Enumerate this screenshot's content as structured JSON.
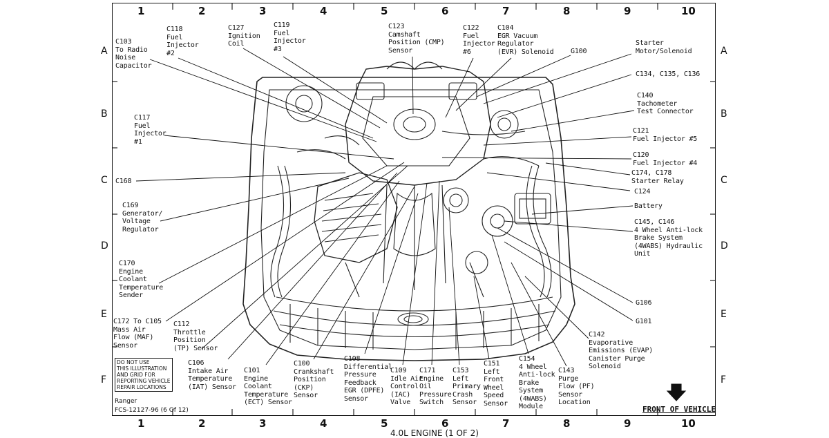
{
  "columns": [
    "1",
    "2",
    "3",
    "4",
    "5",
    "6",
    "7",
    "8",
    "9",
    "10"
  ],
  "rows": [
    "A",
    "B",
    "C",
    "D",
    "E",
    "F"
  ],
  "labels": {
    "c103": "C103\nTo Radio\nNoise\nCapacitor",
    "c118": "C118\nFuel\nInjector\n#2",
    "c127": "C127\nIgnition\nCoil",
    "c119": "C119\nFuel\nInjector\n#3",
    "c123": "C123\nCamshaft\nPosition (CMP)\nSensor",
    "c122": "C122\nFuel\nInjector\n#6",
    "c104": "C104\nEGR Vacuum\nRegulator\n(EVR) Solenoid",
    "g100": "G100",
    "starter": "Starter\nMotor/Solenoid",
    "c134": "C134, C135, C136",
    "c140": "C140\nTachometer\nTest Connector",
    "c117": "C117\nFuel\nInjector\n#1",
    "c121": "C121\nFuel Injector #5",
    "c120": "C120\nFuel Injector #4",
    "c174": "C174, C178\nStarter Relay",
    "c168": "C168",
    "c124": "C124",
    "c169": "C169\nGenerator/\nVoltage\nRegulator",
    "battery": "Battery",
    "c145": "C145, C146\n4 Wheel Anti-lock\nBrake System\n(4WABS) Hydraulic\nUnit",
    "c170": "C170\nEngine\nCoolant\nTemperature\nSender",
    "g106": "G106",
    "g101": "G101",
    "c172": "C172 To C105\nMass Air\nFlow (MAF)\nSensor",
    "c112": "C112\nThrottle\nPosition\n(TP) Sensor",
    "c106": "C106\nIntake Air\nTemperature\n(IAT) Sensor",
    "c101": "C101\nEngine\nCoolant\nTemperature\n(ECT) Sensor",
    "c100": "C100\nCrankshaft\nPosition\n(CKP)\nSensor",
    "c108": "C108\nDifferential\nPressure\nFeedback\nEGR (DPFE)\nSensor",
    "c109": "C109\nIdle Air\nControl\n(IAC)\nValve",
    "c171": "C171\nEngine\nOil\nPressure\nSwitch",
    "c153": "C153\nLeft\nPrimary\nCrash\nSensor",
    "c151": "C151\nLeft\nFront\nWheel\nSpeed\nSensor",
    "c154": "C154\n4 Wheel\nAnti-lock\nBrake\nSystem\n(4WABS)\nModule",
    "c143": "C143\nPurge\nFlow (PF)\nSensor\nLocation",
    "c142": "C142\nEvaporative\nEmissions (EVAP)\nCanister Purge\nSolenoid"
  },
  "note": "DO NOT USE\nTHIS ILLUSTRATION\nAND GRID FOR\nREPORTING VEHICLE\nREPAIR LOCATIONS",
  "model": "Ranger",
  "figure_code": "FCS-12127-96 (6 Of 12)",
  "front_label": "FRONT OF VEHICLE",
  "title": "4.0L ENGINE (1 OF 2)"
}
